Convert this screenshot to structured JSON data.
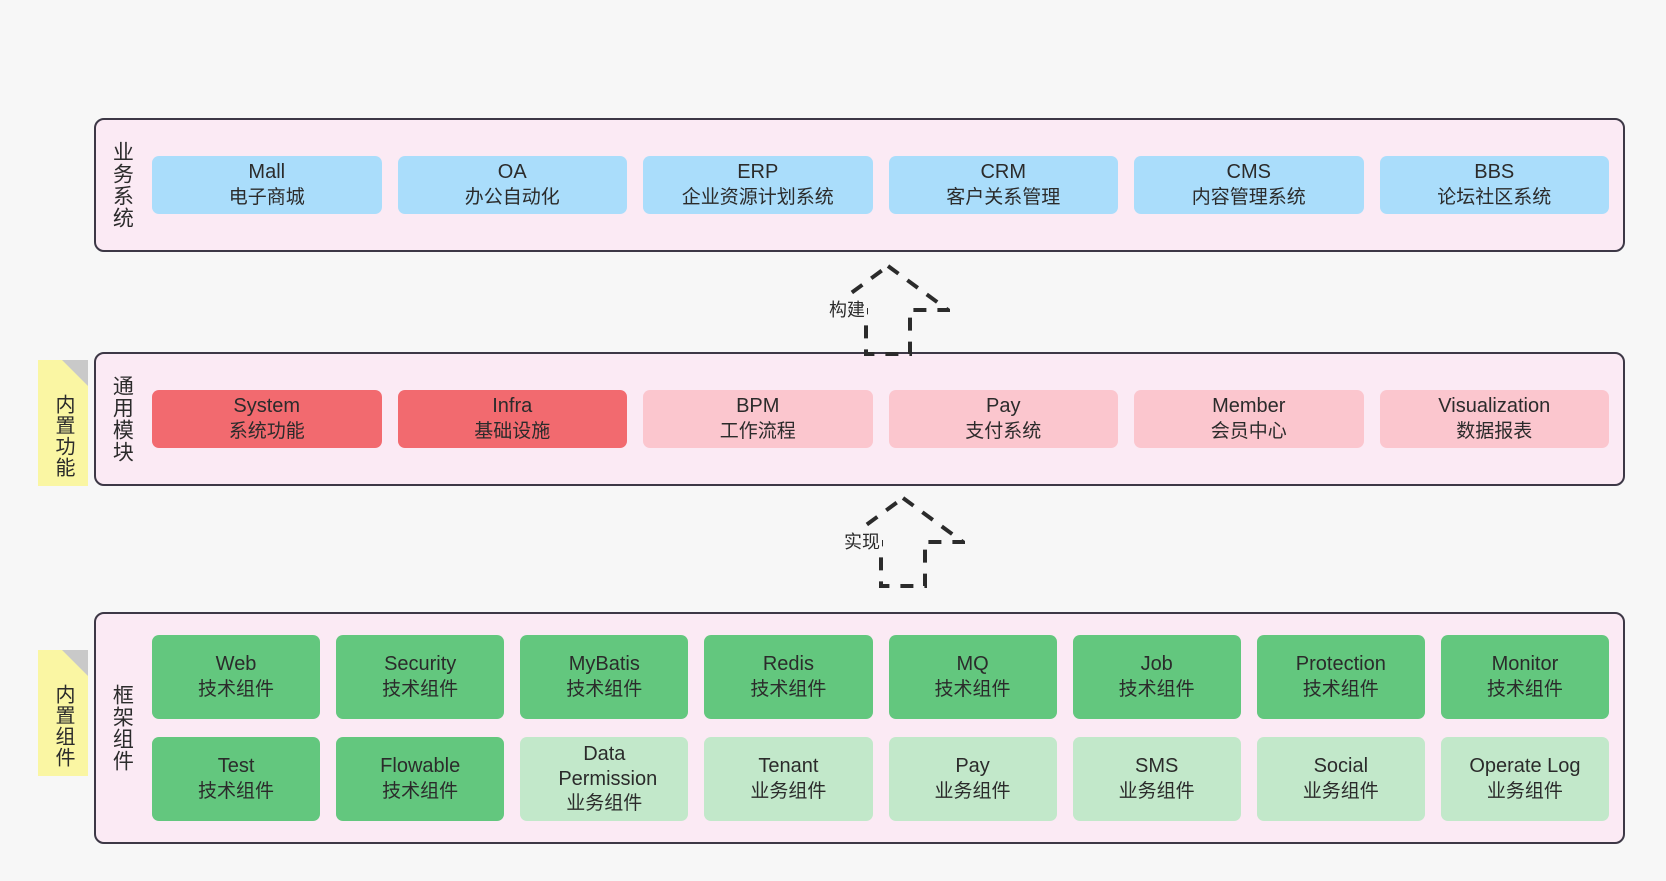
{
  "layers": [
    {
      "id": "business-systems",
      "title": "业务系统",
      "rows": [
        {
          "cards": [
            {
              "en": "Mall",
              "cn": "电子商城",
              "color": "#aaddfb"
            },
            {
              "en": "OA",
              "cn": "办公自动化",
              "color": "#aaddfb"
            },
            {
              "en": "ERP",
              "cn": "企业资源计划系统",
              "color": "#aaddfb"
            },
            {
              "en": "CRM",
              "cn": "客户关系管理",
              "color": "#aaddfb"
            },
            {
              "en": "CMS",
              "cn": "内容管理系统",
              "color": "#aaddfb"
            },
            {
              "en": "BBS",
              "cn": "论坛社区系统",
              "color": "#aaddfb"
            }
          ]
        }
      ]
    },
    {
      "id": "common-modules",
      "title": "通用模块",
      "sticky": "内置功能",
      "rows": [
        {
          "cards": [
            {
              "en": "System",
              "cn": "系统功能",
              "color": "#f26a6f"
            },
            {
              "en": "Infra",
              "cn": "基础设施",
              "color": "#f26a6f"
            },
            {
              "en": "BPM",
              "cn": "工作流程",
              "color": "#fbc6ce"
            },
            {
              "en": "Pay",
              "cn": "支付系统",
              "color": "#fbc6ce"
            },
            {
              "en": "Member",
              "cn": "会员中心",
              "color": "#fbc6ce"
            },
            {
              "en": "Visualization",
              "cn": "数据报表",
              "color": "#fbc6ce"
            }
          ]
        }
      ]
    },
    {
      "id": "framework-components",
      "title": "框架组件",
      "sticky": "内置组件",
      "rows": [
        {
          "cards": [
            {
              "en": "Web",
              "cn": "技术组件",
              "color": "#63c77e"
            },
            {
              "en": "Security",
              "cn": "技术组件",
              "color": "#63c77e"
            },
            {
              "en": "MyBatis",
              "cn": "技术组件",
              "color": "#63c77e"
            },
            {
              "en": "Redis",
              "cn": "技术组件",
              "color": "#63c77e"
            },
            {
              "en": "MQ",
              "cn": "技术组件",
              "color": "#63c77e"
            },
            {
              "en": "Job",
              "cn": "技术组件",
              "color": "#63c77e"
            },
            {
              "en": "Protection",
              "cn": "技术组件",
              "color": "#63c77e"
            },
            {
              "en": "Monitor",
              "cn": "技术组件",
              "color": "#63c77e"
            }
          ]
        },
        {
          "cards": [
            {
              "en": "Test",
              "cn": "技术组件",
              "color": "#63c77e"
            },
            {
              "en": "Flowable",
              "cn": "技术组件",
              "color": "#63c77e"
            },
            {
              "en": "Data Permission",
              "cn": "业务组件",
              "color": "#c2e8ca"
            },
            {
              "en": "Tenant",
              "cn": "业务组件",
              "color": "#c2e8ca"
            },
            {
              "en": "Pay",
              "cn": "业务组件",
              "color": "#c2e8ca"
            },
            {
              "en": "SMS",
              "cn": "业务组件",
              "color": "#c2e8ca"
            },
            {
              "en": "Social",
              "cn": "业务组件",
              "color": "#c2e8ca"
            },
            {
              "en": "Operate Log",
              "cn": "业务组件",
              "color": "#c2e8ca"
            }
          ]
        }
      ]
    }
  ],
  "connectors": [
    {
      "id": "build",
      "label": "构建"
    },
    {
      "id": "implement",
      "label": "实现"
    }
  ],
  "colors": {
    "container_bg": "#fbeaf4",
    "container_border": "#3d3846",
    "sticky_bg": "#faf6a3",
    "sticky_fold": "#c9c9c9",
    "page_bg": "#f7f7f7",
    "text": "#2b2b2b"
  }
}
